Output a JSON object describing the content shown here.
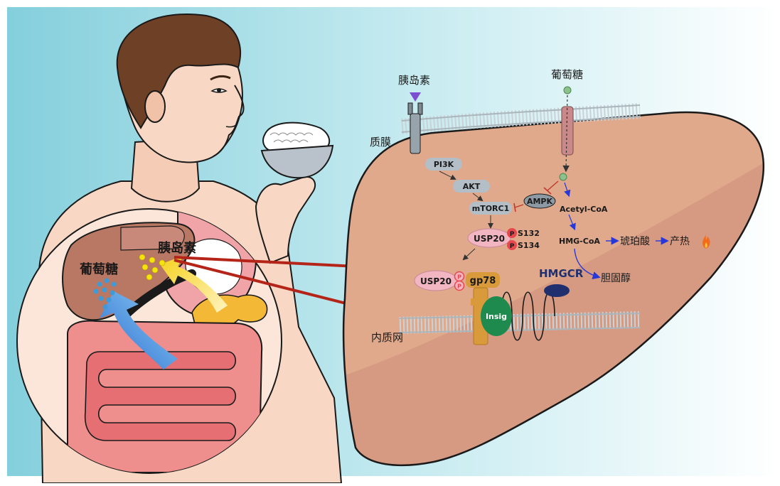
{
  "labels": {
    "insulin_top": "胰岛素",
    "glucose_top": "葡萄糖",
    "plasma_membrane": "质膜",
    "er": "内质网",
    "insulin_organ": "胰岛素",
    "glucose_organ": "葡萄糖"
  },
  "pathway": {
    "pi3k": "PI3K",
    "akt": "AKT",
    "mtorc1": "mTORC1",
    "ampk": "AMPK",
    "usp20": "USP20",
    "usp20_b": "USP20",
    "p": "P",
    "s132": "S132",
    "s134": "S134",
    "gp78": "gp78",
    "insig": "Insig",
    "hmgcr": "HMGCR",
    "acetyl_coa": "Acetyl-CoA",
    "hmg_coa": "HMG-CoA",
    "succinate": "琥珀酸",
    "thermogenesis": "产热",
    "cholesterol": "胆固醇"
  },
  "colors": {
    "background_gradient": [
      "#8fd3df",
      "#ffffff"
    ],
    "liver_fill": "#e0a98c",
    "liver_lower": "#d89a82",
    "liver_outline": "#1a1a1a",
    "membrane": "#c9d2d6",
    "node_fill": "#b3bec6",
    "usp20_fill": "#f2b5c2",
    "phospho": "#e8474e",
    "gp78": "#d89a3a",
    "insig": "#1f8a4e",
    "hmgcr": "#20306f",
    "blue_arrow": "#2838d8",
    "red_line": "#b52418",
    "intestine": "#ee8f8d",
    "stomach": "#f0a4a8",
    "pancreas": "#f2b836"
  },
  "icons": [
    "fire-icon",
    "rice-bowl-icon",
    "insulin-receptor-icon",
    "glucose-transporter-icon"
  ]
}
